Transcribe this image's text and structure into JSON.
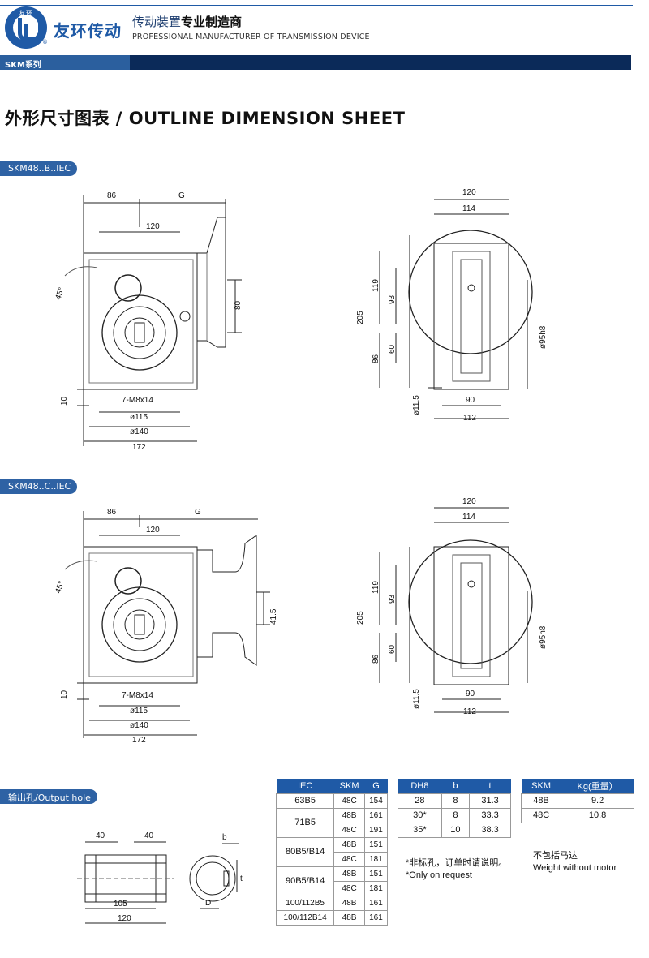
{
  "header": {
    "logo_text": "友环",
    "brand": "友环传动",
    "tagline_cn_a": "传动装置",
    "tagline_cn_b": "专业制造商",
    "tagline_en": "PROFESSIONAL MANUFACTURER OF TRANSMISSION DEVICE",
    "series": "SKM系列"
  },
  "title": "外形尺寸图表 / OUTLINE DIMENSION SHEET",
  "sections": [
    {
      "badge": "SKM48..B..IEC",
      "dims": {
        "d86": "86",
        "g": "G",
        "d120": "120",
        "d80": "80",
        "angle": "45°",
        "d10": "10",
        "holes": "7-M8x14",
        "d115": "ø115",
        "d140": "ø140",
        "d172": "172"
      },
      "side": {
        "w120": "120",
        "w114": "114",
        "h205": "205",
        "h119": "119",
        "h93": "93",
        "h60": "60",
        "h86": "86",
        "d95": "ø95h8",
        "d11": "ø11.5",
        "w90": "90",
        "w112": "112"
      }
    },
    {
      "badge": "SKM48..C..IEC",
      "dims": {
        "d86": "86",
        "g": "G",
        "d120": "120",
        "d80": "41.5",
        "angle": "45°",
        "d10": "10",
        "holes": "7-M8x14",
        "d115": "ø115",
        "d140": "ø140",
        "d172": "172"
      },
      "side": {
        "w120": "120",
        "w114": "114",
        "h205": "205",
        "h119": "119",
        "h93": "93",
        "h60": "60",
        "h86": "86",
        "d95": "ø95h8",
        "d11": "ø11.5",
        "w90": "90",
        "w112": "112"
      }
    }
  ],
  "output": {
    "badge": "输出孔/Output hole",
    "d40": "40",
    "d105": "105",
    "d120": "120",
    "b": "b",
    "t": "t",
    "D": "D"
  },
  "table_iec": {
    "headers": [
      "IEC",
      "SKM",
      "G"
    ],
    "rows": [
      {
        "iec": "63B5",
        "span": 1,
        "sub": [
          [
            "48C",
            "154"
          ]
        ]
      },
      {
        "iec": "71B5",
        "span": 2,
        "sub": [
          [
            "48B",
            "161"
          ],
          [
            "48C",
            "191"
          ]
        ]
      },
      {
        "iec": "80B5/B14",
        "span": 2,
        "sub": [
          [
            "48B",
            "151"
          ],
          [
            "48C",
            "181"
          ]
        ]
      },
      {
        "iec": "90B5/B14",
        "span": 2,
        "sub": [
          [
            "48B",
            "151"
          ],
          [
            "48C",
            "181"
          ]
        ]
      },
      {
        "iec": "100/112B5",
        "span": 1,
        "sub": [
          [
            "48B",
            "161"
          ]
        ]
      },
      {
        "iec": "100/112B14",
        "span": 1,
        "sub": [
          [
            "48B",
            "161"
          ]
        ]
      }
    ]
  },
  "table_bore": {
    "headers": [
      "DH8",
      "b",
      "t"
    ],
    "rows": [
      [
        "28",
        "8",
        "31.3"
      ],
      [
        "30*",
        "8",
        "33.3"
      ],
      [
        "35*",
        "10",
        "38.3"
      ]
    ],
    "note_cn": "*非标孔，订单时请说明。",
    "note_en": "*Only on request"
  },
  "table_weight": {
    "headers": [
      "SKM",
      "Kg(重量）"
    ],
    "rows": [
      [
        "48B",
        "9.2"
      ],
      [
        "48C",
        "10.8"
      ]
    ],
    "note_cn": "不包括马达",
    "note_en": "Weight without motor"
  },
  "colors": {
    "brand_blue": "#1f5aa6",
    "dark_navy": "#0b2a59"
  }
}
